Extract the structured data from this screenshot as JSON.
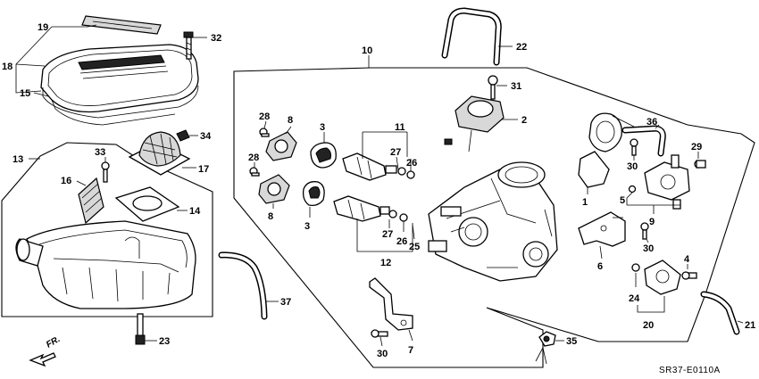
{
  "diagram_code": "SR37-E0110A",
  "direction_label": "FR.",
  "callouts": [
    {
      "id": "c1",
      "label": "1"
    },
    {
      "id": "c2",
      "label": "2"
    },
    {
      "id": "c3a",
      "label": "3"
    },
    {
      "id": "c3b",
      "label": "3"
    },
    {
      "id": "c4",
      "label": "4"
    },
    {
      "id": "c5",
      "label": "5"
    },
    {
      "id": "c6",
      "label": "6"
    },
    {
      "id": "c7",
      "label": "7"
    },
    {
      "id": "c8a",
      "label": "8"
    },
    {
      "id": "c8b",
      "label": "8"
    },
    {
      "id": "c9",
      "label": "9"
    },
    {
      "id": "c10",
      "label": "10"
    },
    {
      "id": "c11",
      "label": "11"
    },
    {
      "id": "c12",
      "label": "12"
    },
    {
      "id": "c13",
      "label": "13"
    },
    {
      "id": "c14",
      "label": "14"
    },
    {
      "id": "c15",
      "label": "15"
    },
    {
      "id": "c16",
      "label": "16"
    },
    {
      "id": "c17",
      "label": "17"
    },
    {
      "id": "c18",
      "label": "18"
    },
    {
      "id": "c19",
      "label": "19"
    },
    {
      "id": "c20",
      "label": "20"
    },
    {
      "id": "c21",
      "label": "21"
    },
    {
      "id": "c22",
      "label": "22"
    },
    {
      "id": "c23",
      "label": "23"
    },
    {
      "id": "c24",
      "label": "24"
    },
    {
      "id": "c25",
      "label": "25"
    },
    {
      "id": "c26a",
      "label": "26"
    },
    {
      "id": "c26b",
      "label": "26"
    },
    {
      "id": "c27a",
      "label": "27"
    },
    {
      "id": "c27b",
      "label": "27"
    },
    {
      "id": "c28a",
      "label": "28"
    },
    {
      "id": "c28b",
      "label": "28"
    },
    {
      "id": "c29",
      "label": "29"
    },
    {
      "id": "c30a",
      "label": "30"
    },
    {
      "id": "c30b",
      "label": "30"
    },
    {
      "id": "c30c",
      "label": "30"
    },
    {
      "id": "c31",
      "label": "31"
    },
    {
      "id": "c32",
      "label": "32"
    },
    {
      "id": "c33",
      "label": "33"
    },
    {
      "id": "c34",
      "label": "34"
    },
    {
      "id": "c35",
      "label": "35"
    },
    {
      "id": "c36",
      "label": "36"
    },
    {
      "id": "c37",
      "label": "37"
    }
  ]
}
